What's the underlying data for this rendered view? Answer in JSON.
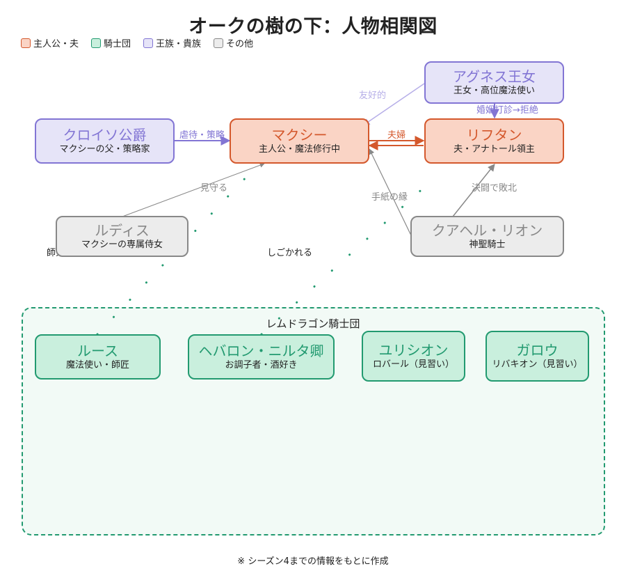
{
  "title": "オークの樹の下：人物相関図",
  "legend": [
    {
      "label": "主人公・夫",
      "color": "#fad4c5",
      "border": "#d4582c"
    },
    {
      "label": "騎士団",
      "color": "#c9efdd",
      "border": "#229a70"
    },
    {
      "label": "王族・貴族",
      "color": "#e6e4f8",
      "border": "#8275d4"
    },
    {
      "label": "その他",
      "color": "#ececec",
      "border": "#888888"
    }
  ],
  "nodes": {
    "agnes": {
      "name": "アグネス王女",
      "desc": "王女・高位魔法使い"
    },
    "croiso": {
      "name": "クロイソ公爵",
      "desc": "マクシーの父・策略家"
    },
    "maxi": {
      "name": "マクシー",
      "desc": "主人公・魔法修行中"
    },
    "riftan": {
      "name": "リフタン",
      "desc": "夫・アナトール領主"
    },
    "rudis": {
      "name": "ルディス",
      "desc": "マクシーの専属侍女"
    },
    "quahel": {
      "name": "クアヘル・リオン",
      "desc": "神聖騎士"
    },
    "ruth": {
      "name": "ルース",
      "desc": "魔法使い・師匠"
    },
    "hebaron": {
      "name": "ヘバロン・ニルタ卿",
      "desc": "お調子者・酒好き"
    },
    "ulyseon": {
      "name": "ユリシオン",
      "desc": "ロバール（見習い）"
    },
    "garrow": {
      "name": "ガロウ",
      "desc": "リバキオン（見習い）"
    }
  },
  "edges": {
    "friendly": "友好的",
    "marriage_refused": "婚姻打診→拒絶",
    "abuse": "虐待・策略",
    "couple": "夫婦",
    "watch": "見守る",
    "letter": "手紙の縁",
    "duel": "決闘で敗北",
    "mentor": "師弟・親友",
    "trained": "しごかれる"
  },
  "group_label": "レムドラゴン騎士団",
  "footnote": "※ シーズン4までの情報をもとに作成"
}
